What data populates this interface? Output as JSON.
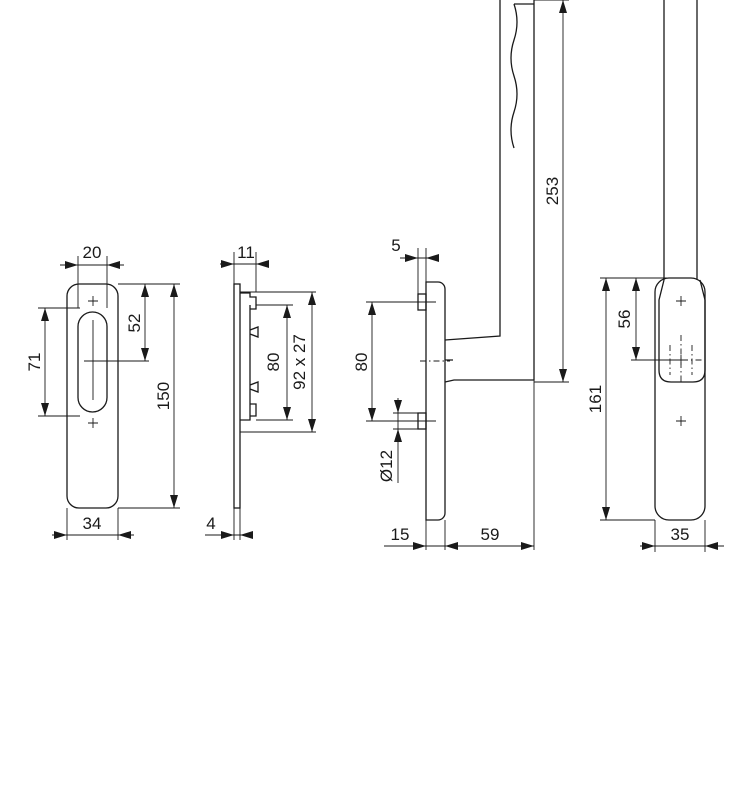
{
  "drawing": {
    "front_plate": {
      "hole_spacing": "52",
      "width": "20",
      "length": "71",
      "height": "150",
      "base_width": "34"
    },
    "side_plate": {
      "top": "11",
      "bottom": "4",
      "inner": "80",
      "outer": "92 x 27"
    },
    "handle_side": {
      "pin_offset": "5",
      "spacing": "80",
      "hole_diameter": "Ø12",
      "height": "253",
      "plate_depth": "15",
      "projection": "59"
    },
    "handle_front": {
      "offset": "56",
      "height": "161",
      "width": "35"
    }
  }
}
